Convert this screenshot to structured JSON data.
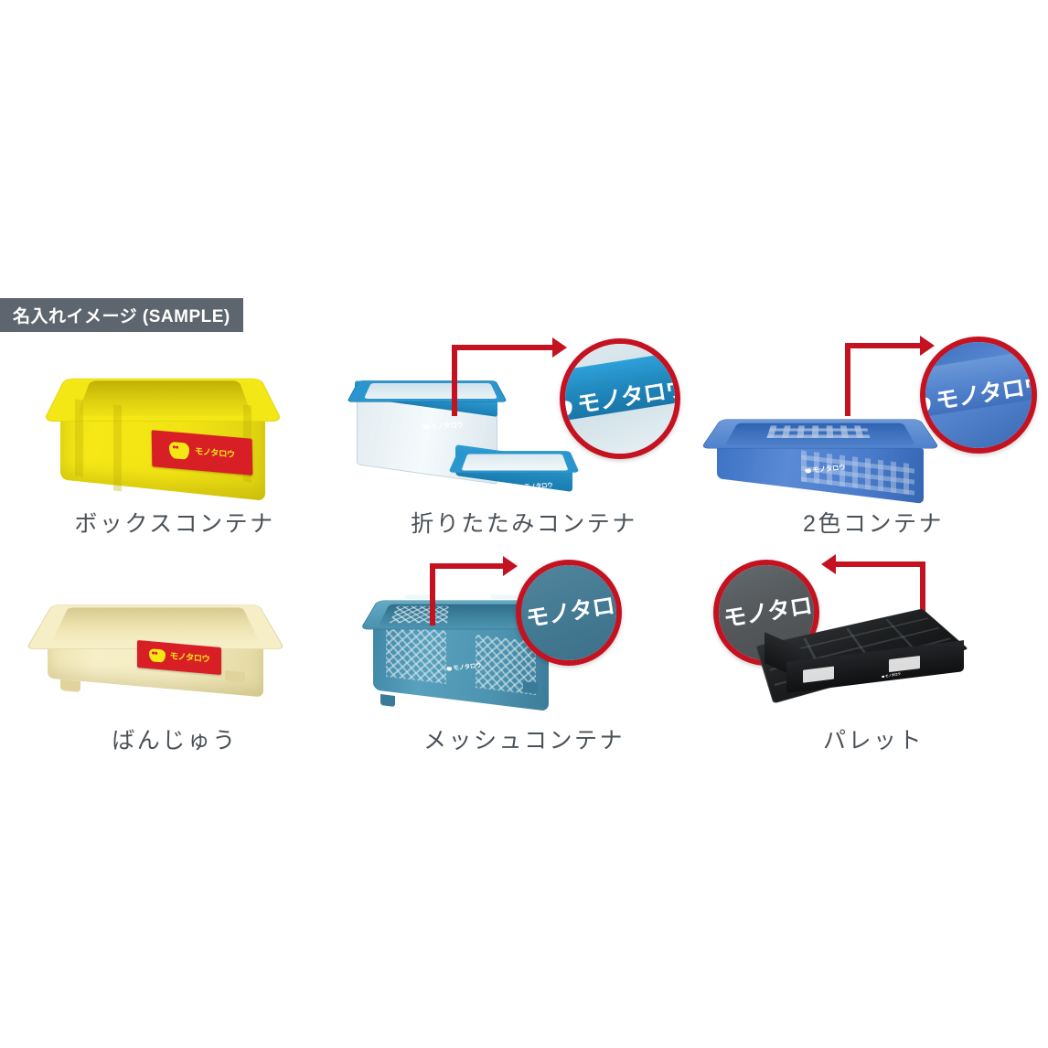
{
  "banner": {
    "label": "名入れイメージ (SAMPLE)",
    "background": "#5d666e",
    "text_color": "#ffffff"
  },
  "brand": {
    "name": "モノタロウ",
    "plate_background": "#d81f26",
    "plate_text_color": "#f5e716",
    "white_text_color": "#ffffff"
  },
  "callout": {
    "border_color": "#c41220",
    "arrow_color": "#c41220"
  },
  "products": [
    {
      "id": "box-container",
      "caption": "ボックスコンテナ",
      "color": "#f4e716",
      "logo_style": "red-plate",
      "logo_text": "モノタロウ",
      "has_callout": false
    },
    {
      "id": "folding-container",
      "caption": "折りたたみコンテナ",
      "color": "#2b96cd",
      "logo_style": "white-on-blue",
      "logo_text": "モノタロウ",
      "has_callout": true,
      "callout_side": "right",
      "callout_fill": "#1f86bb"
    },
    {
      "id": "two-color-container",
      "caption": "2色コンテナ",
      "color": "#4e7fca",
      "logo_style": "white-on-blue",
      "logo_text": "モノタロウ",
      "has_callout": true,
      "callout_side": "right",
      "callout_fill": "#4e7fca"
    },
    {
      "id": "banju-tray",
      "caption": "ばんじゅう",
      "color": "#f3ebc0",
      "logo_style": "red-plate",
      "logo_text": "モノタロウ",
      "has_callout": false
    },
    {
      "id": "mesh-container",
      "caption": "メッシュコンテナ",
      "color": "#4a91ae",
      "logo_style": "white-on-blue",
      "logo_text": "モノタロウ",
      "has_callout": true,
      "callout_side": "right",
      "callout_fill": "#447a93"
    },
    {
      "id": "pallet",
      "caption": "パレット",
      "color": "#1d1f21",
      "logo_style": "white-on-gray",
      "logo_text": "モノタロウ",
      "has_callout": true,
      "callout_side": "left",
      "callout_fill": "#55595c"
    }
  ]
}
